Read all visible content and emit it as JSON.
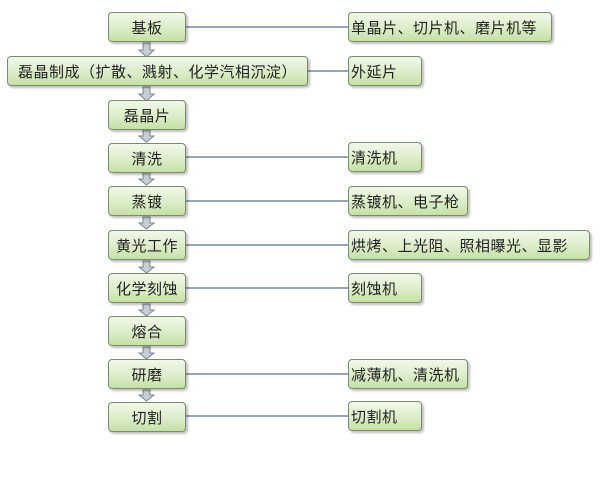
{
  "steps": [
    {
      "label": "基板"
    },
    {
      "label": "磊晶制成（扩散、溅射、化学汽相沉淀）"
    },
    {
      "label": "磊晶片"
    },
    {
      "label": "清洗"
    },
    {
      "label": "蒸镀"
    },
    {
      "label": "黄光工作"
    },
    {
      "label": "化学刻蚀"
    },
    {
      "label": "熔合"
    },
    {
      "label": "研磨"
    },
    {
      "label": "切割"
    }
  ],
  "equipment": [
    {
      "label": "单晶片、切片机、磨片机等"
    },
    {
      "label": "外延片"
    },
    {
      "label": "清洗机"
    },
    {
      "label": "蒸镀机、电子枪"
    },
    {
      "label": "烘烤、上光阻、照相曝光、显影"
    },
    {
      "label": "刻蚀机"
    },
    {
      "label": "减薄机、清洗机"
    },
    {
      "label": "切割机"
    }
  ],
  "colors": {
    "box_fill": "#dcedc8",
    "box_border": "#7a8c6a",
    "line": "#5b6f8f"
  }
}
